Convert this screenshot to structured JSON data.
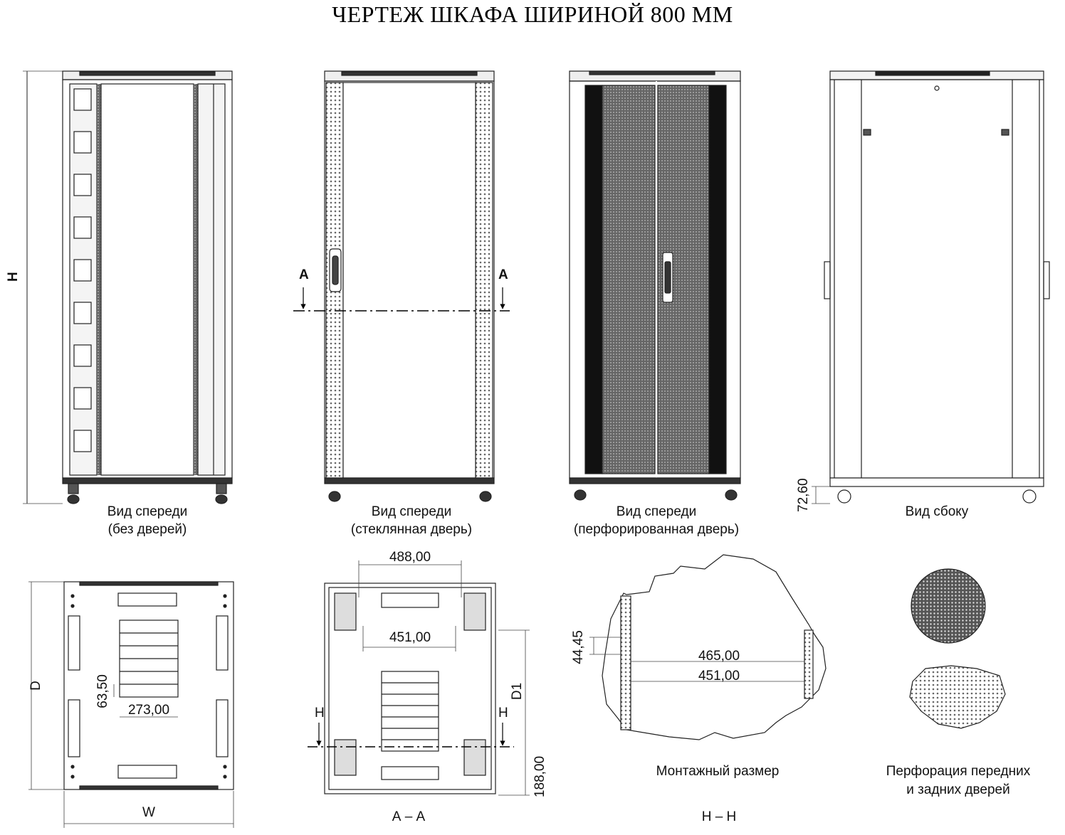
{
  "title": "ЧЕРТЕЖ ШКАФА ШИРИНОЙ 800 ММ",
  "views": {
    "front_no_doors": {
      "line1": "Вид спереди",
      "line2": "(без дверей)"
    },
    "front_glass": {
      "line1": "Вид спереди",
      "line2": "(стеклянная дверь)"
    },
    "front_perforated": {
      "line1": "Вид спереди",
      "line2": "(перфорированная дверь)"
    },
    "side": {
      "line1": "Вид сбоку"
    },
    "mounting": {
      "line1": "Монтажный размер"
    },
    "perforation": {
      "line1": "Перфорация передних",
      "line2": "и задних дверей"
    },
    "section_aa": {
      "line1": "А – А"
    },
    "section_hh": {
      "line1": "Н – Н"
    }
  },
  "dimensions": {
    "H": "H",
    "D": "D",
    "W": "W",
    "D1": "D1",
    "foot_height": "72,60",
    "pitch": "63,50",
    "inner_width": "273,00",
    "aa_width_488": "488,00",
    "aa_width_451": "451,00",
    "aa_depth_188": "188,00",
    "mount_465": "465,00",
    "mount_451": "451,00",
    "unit_4445": "44,45",
    "section_mark_a": "А",
    "section_mark_h": "Н"
  }
}
